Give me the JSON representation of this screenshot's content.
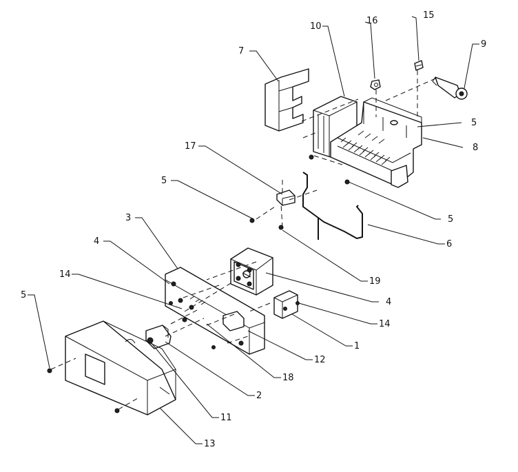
{
  "diagram": {
    "callouts": [
      {
        "id": "c7",
        "label": "7"
      },
      {
        "id": "c10",
        "label": "10"
      },
      {
        "id": "c16",
        "label": "16"
      },
      {
        "id": "c15",
        "label": "15"
      },
      {
        "id": "c9",
        "label": "9"
      },
      {
        "id": "c5a",
        "label": "5"
      },
      {
        "id": "c8",
        "label": "8"
      },
      {
        "id": "c17",
        "label": "17"
      },
      {
        "id": "c5b",
        "label": "5"
      },
      {
        "id": "c5c",
        "label": "5"
      },
      {
        "id": "c3",
        "label": "3"
      },
      {
        "id": "c6",
        "label": "6"
      },
      {
        "id": "c4a",
        "label": "4"
      },
      {
        "id": "c19",
        "label": "19"
      },
      {
        "id": "c14a",
        "label": "14"
      },
      {
        "id": "c4b",
        "label": "4"
      },
      {
        "id": "c14b",
        "label": "14"
      },
      {
        "id": "c5d",
        "label": "5"
      },
      {
        "id": "c1",
        "label": "1"
      },
      {
        "id": "c12",
        "label": "12"
      },
      {
        "id": "c18",
        "label": "18"
      },
      {
        "id": "c2",
        "label": "2"
      },
      {
        "id": "c11",
        "label": "11"
      },
      {
        "id": "c13",
        "label": "13"
      }
    ]
  }
}
